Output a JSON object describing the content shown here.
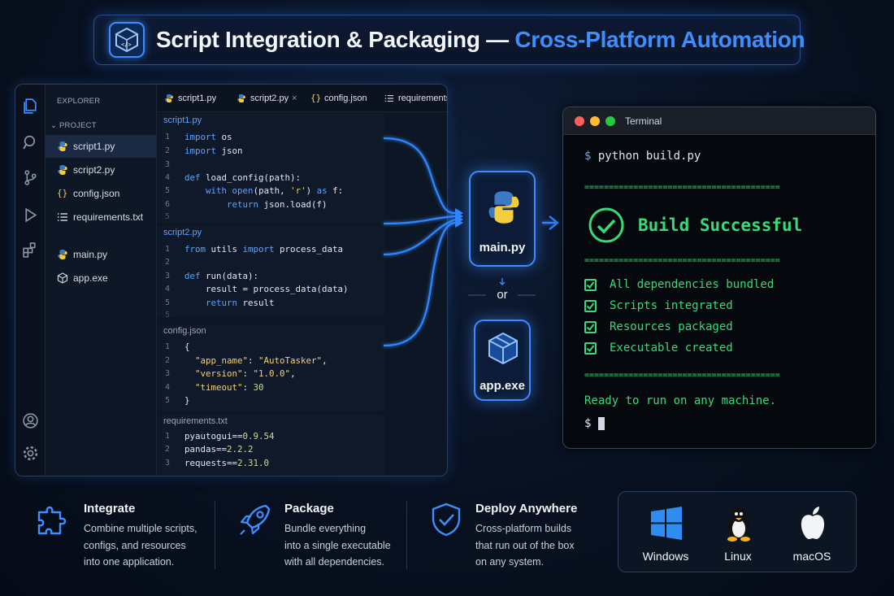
{
  "header": {
    "title_main": "Script Integration & Packaging",
    "title_dash": " — ",
    "title_accent": "Cross-Platform Automation"
  },
  "colors": {
    "accent": "#3d8eff",
    "terminal_green": "#39d97a",
    "background": "#081121"
  },
  "editor": {
    "explorer_label": "EXPLORER",
    "project_label": "PROJECT",
    "files": [
      {
        "name": "script1.py",
        "icon": "python-icon",
        "active": true
      },
      {
        "name": "script2.py",
        "icon": "python-icon"
      },
      {
        "name": "config.json",
        "icon": "json-braces-icon"
      },
      {
        "name": "requirements.txt",
        "icon": "list-icon"
      },
      {
        "name": "main.py",
        "icon": "python-icon"
      },
      {
        "name": "app.exe",
        "icon": "package-icon"
      }
    ],
    "tabs": [
      {
        "label": "script1.py",
        "icon": "python-icon"
      },
      {
        "label": "script2.py",
        "icon": "python-icon",
        "close": "×"
      },
      {
        "label": "config.json",
        "icon": "json-braces-icon"
      },
      {
        "label": "requirements.txt",
        "icon": "list-icon"
      }
    ],
    "activity_icons": [
      "files-icon",
      "search-icon",
      "source-control-icon",
      "run-debug-icon",
      "extensions-icon",
      "account-icon",
      "settings-gear-icon"
    ],
    "panes": [
      {
        "title": "script1.py",
        "lines": [
          {
            "n": "1",
            "t": "import os"
          },
          {
            "n": "2",
            "t": "import json"
          },
          {
            "n": "3",
            "t": ""
          },
          {
            "n": "4",
            "t": "def load_config(path):"
          },
          {
            "n": "5",
            "t": "    with open(path, 'r') as f:"
          },
          {
            "n": "6",
            "t": "        return json.load(f)"
          },
          {
            "n": "5",
            "t": ""
          }
        ]
      },
      {
        "title": "script2.py",
        "lines": [
          {
            "n": "1",
            "t": "from utils import process_data"
          },
          {
            "n": "2",
            "t": ""
          },
          {
            "n": "3",
            "t": "def run(data):"
          },
          {
            "n": "4",
            "t": "    result = process_data(data)"
          },
          {
            "n": "5",
            "t": "    return result"
          },
          {
            "n": "5",
            "t": ""
          }
        ]
      },
      {
        "title": "config.json",
        "lines": [
          {
            "n": "1",
            "t": "{"
          },
          {
            "n": "2",
            "t": "  \"app_name\": \"AutoTasker\","
          },
          {
            "n": "3",
            "t": "  \"version\": \"1.0.0\","
          },
          {
            "n": "4",
            "t": "  \"timeout\": 30"
          },
          {
            "n": "5",
            "t": "}"
          }
        ]
      },
      {
        "title": "requirements.txt",
        "lines": [
          {
            "n": "1",
            "t": "pyautogui==0.9.54"
          },
          {
            "n": "2",
            "t": "pandas==2.2.2"
          },
          {
            "n": "3",
            "t": "requests==2.31.0"
          }
        ]
      }
    ]
  },
  "outputs": {
    "main_label": "main.py",
    "or_label": "or",
    "exe_label": "app.exe"
  },
  "terminal": {
    "title": "Terminal",
    "prompt": "$",
    "command": " python build.py",
    "separator": "========================================",
    "status": "Build Successful",
    "checks": [
      "All dependencies bundled",
      "Scripts integrated",
      "Resources packaged",
      "Executable created"
    ],
    "ready": "Ready to run on any machine.",
    "final_prompt": "$"
  },
  "features": [
    {
      "title": "Integrate",
      "icon": "puzzle-icon",
      "lines": [
        "Combine multiple scripts,",
        "configs, and resources",
        "into one application."
      ]
    },
    {
      "title": "Package",
      "icon": "rocket-icon",
      "lines": [
        "Bundle everything",
        "into a single executable",
        "with all dependencies."
      ]
    },
    {
      "title": "Deploy Anywhere",
      "icon": "shield-check-icon",
      "lines": [
        "Cross-platform builds",
        "that run out of the box",
        "on any system."
      ]
    }
  ],
  "platforms": [
    {
      "label": "Windows",
      "icon": "windows-logo-icon"
    },
    {
      "label": "Linux",
      "icon": "linux-penguin-icon"
    },
    {
      "label": "macOS",
      "icon": "apple-logo-icon"
    }
  ]
}
